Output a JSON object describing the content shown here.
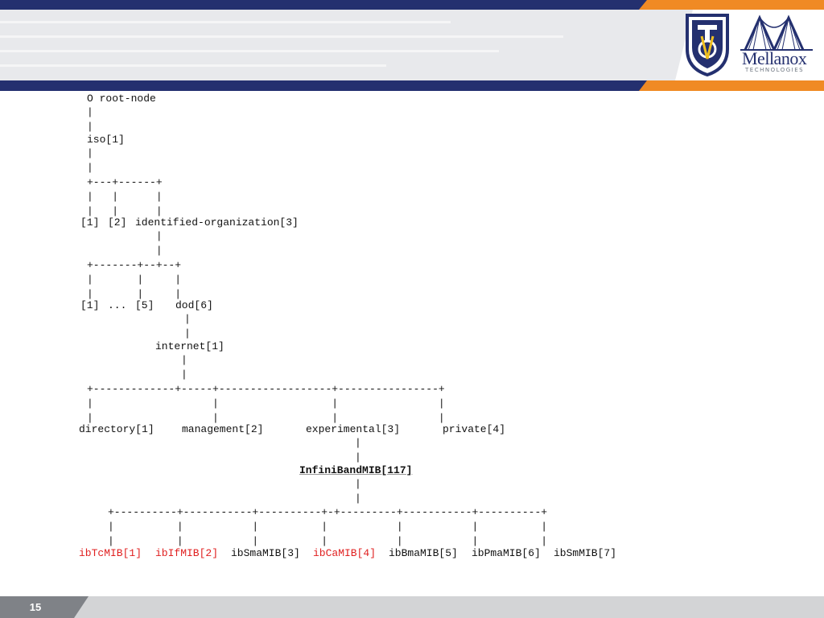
{
  "header": {
    "logo_text": "Mellanox",
    "logo_subtext": "TECHNOLOGIES"
  },
  "tree": {
    "root": "O root-node",
    "iso": "iso[1]",
    "iso_children": [
      "[1]",
      "[2]",
      "identified-organization[3]"
    ],
    "org_children": [
      "[1]",
      "...",
      "[5]",
      "dod[6]"
    ],
    "internet": "internet[1]",
    "internet_children": [
      "directory[1]",
      "management[2]",
      "experimental[3]",
      "private[4]"
    ],
    "infiniband": "InfiniBandMIB[117]",
    "ib_children": [
      {
        "label": "ibTcMIB[1]",
        "highlight": true
      },
      {
        "label": "ibIfMIB[2]",
        "highlight": true
      },
      {
        "label": "ibSmaMIB[3]",
        "highlight": false
      },
      {
        "label": "ibCaMIB[4]",
        "highlight": true
      },
      {
        "label": "ibBmaMIB[5]",
        "highlight": false
      },
      {
        "label": "ibPmaMIB[6]",
        "highlight": false
      },
      {
        "label": "ibSmMIB[7]",
        "highlight": false
      }
    ]
  },
  "footer": {
    "page_number": "15"
  },
  "colors": {
    "navy": "#24306f",
    "orange": "#f08a24",
    "highlight": "#e02020"
  }
}
